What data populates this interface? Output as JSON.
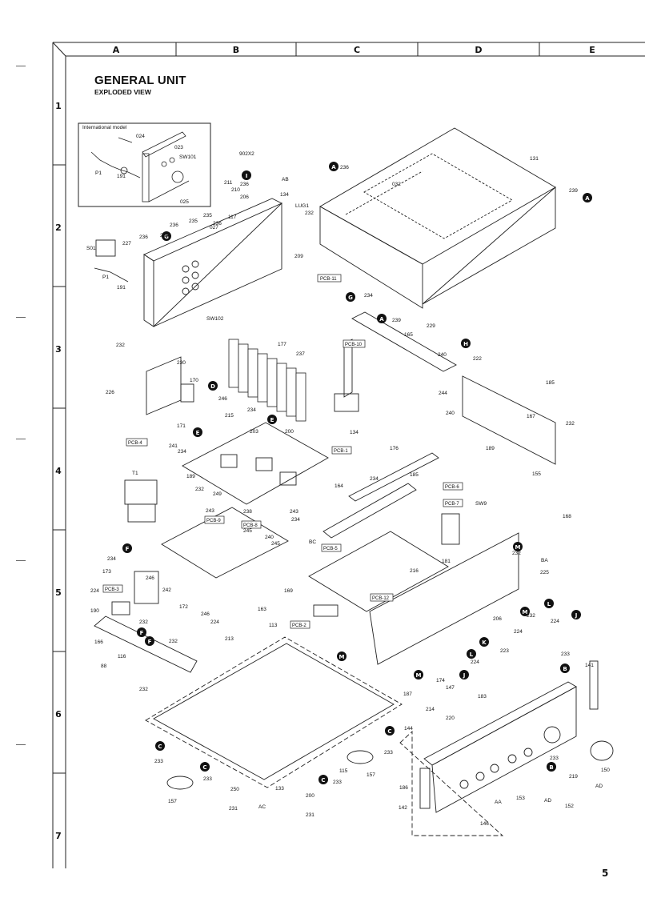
{
  "page": {
    "title": "GENERAL UNIT",
    "subtitle": "EXPLODED VIEW",
    "page_number": "5"
  },
  "grid": {
    "columns": [
      "A",
      "B",
      "C",
      "D",
      "E"
    ],
    "rows": [
      "1",
      "2",
      "3",
      "4",
      "5",
      "6",
      "7"
    ]
  },
  "inset": {
    "title": "International model",
    "labels": [
      "024",
      "023",
      "SW101",
      "P1",
      "191",
      "025"
    ]
  },
  "callouts": [
    "A",
    "A",
    "A",
    "G",
    "G",
    "I",
    "D",
    "E",
    "E",
    "H",
    "F",
    "F",
    "F",
    "C",
    "C",
    "C",
    "C",
    "B",
    "B",
    "M",
    "M",
    "M",
    "M",
    "L",
    "L",
    "K",
    "J",
    "J"
  ],
  "pcb_labels": [
    "PCB-11",
    "PCB-10",
    "PCB-4",
    "PCB-1",
    "PCB-6",
    "PCB-7",
    "PCB-9",
    "PCB-8",
    "PCB-5",
    "PCB-12",
    "PCB-3",
    "PCB-2"
  ],
  "part_labels": {
    "rear_panel": [
      "902X2",
      "211",
      "210",
      "236",
      "206",
      "AB",
      "134",
      "LUG1",
      "232",
      "117",
      "027",
      "235",
      "235",
      "236",
      "236",
      "235",
      "236",
      "227",
      "S01",
      "P1",
      "191",
      "SW102",
      "209",
      "232"
    ],
    "top_cover": [
      "236",
      "032",
      "131",
      "239",
      "239",
      "234"
    ],
    "heatsink": [
      "177",
      "237",
      "230",
      "170",
      "226",
      "246",
      "215",
      "171",
      "234",
      "200",
      "241",
      "234",
      "203"
    ],
    "right_rail": [
      "229",
      "165",
      "240",
      "222",
      "244",
      "240",
      "185",
      "134",
      "176",
      "167",
      "232",
      "189",
      "155",
      "168"
    ],
    "center": [
      "T1",
      "189",
      "232",
      "249",
      "243",
      "238",
      "243",
      "245",
      "240",
      "245",
      "234",
      "164",
      "234",
      "185",
      "SW9",
      "BC",
      "216",
      "181",
      "BA",
      "225",
      "232",
      "224",
      "206",
      "224",
      "223",
      "224",
      "232",
      "174",
      "187",
      "147",
      "214",
      "220",
      "183"
    ],
    "lower_left": [
      "234",
      "173",
      "224",
      "190",
      "242",
      "246",
      "172",
      "246",
      "163",
      "169",
      "232",
      "224",
      "213",
      "232",
      "166",
      "116",
      "88",
      "232",
      "113"
    ],
    "bottom": [
      "233",
      "233",
      "157",
      "250",
      "231",
      "AC",
      "133",
      "200",
      "231",
      "115",
      "233",
      "157",
      "233"
    ],
    "front_panel": [
      "233",
      "141",
      "144",
      "186",
      "142",
      "146",
      "AA",
      "153",
      "233",
      "219",
      "AD",
      "AD",
      "152",
      "150"
    ]
  }
}
